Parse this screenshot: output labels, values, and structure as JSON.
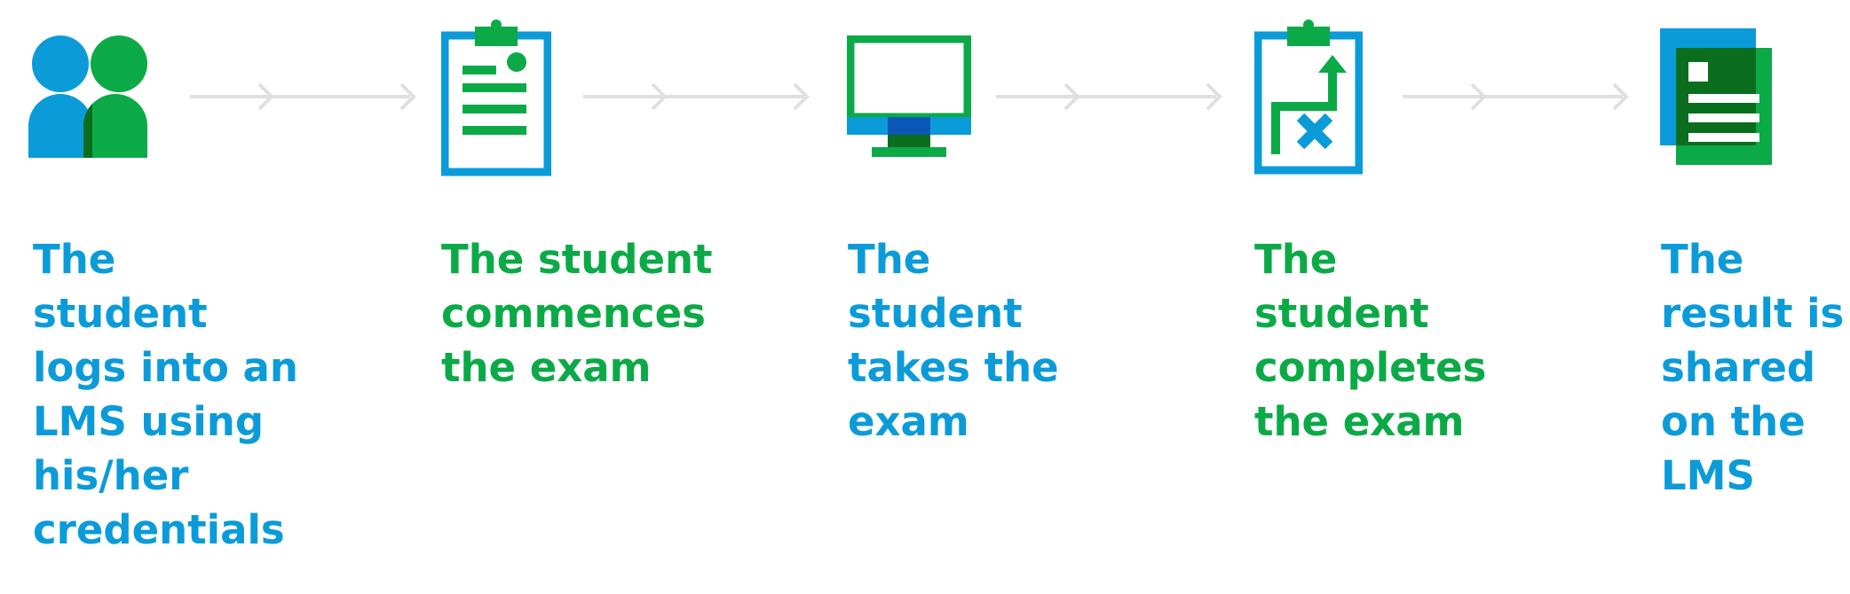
{
  "colors": {
    "blue": "#0B9BD9",
    "green": "#0BAA47",
    "dark_green": "#0A6E1E",
    "dark_blue": "#0B57B5",
    "arrow_gray": "#E0E0E0"
  },
  "steps": [
    {
      "icon": "users-icon",
      "text": "The\nstudent\nlogs into an\nLMS using\nhis/her\ncredentials",
      "color": "blue"
    },
    {
      "icon": "clipboard-document-icon",
      "text": "The student\ncommences\nthe exam",
      "color": "green"
    },
    {
      "icon": "monitor-icon",
      "text": "The\nstudent\ntakes the\nexam",
      "color": "blue"
    },
    {
      "icon": "clipboard-complete-icon",
      "text": "The\nstudent\ncompletes\nthe exam",
      "color": "green"
    },
    {
      "icon": "result-document-icon",
      "text": "The\nresult is\nshared\non the\nLMS",
      "color": "blue"
    }
  ]
}
